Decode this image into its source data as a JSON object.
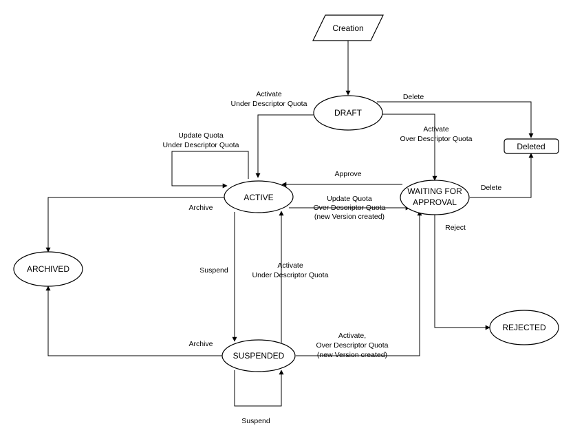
{
  "nodes": {
    "creation": "Creation",
    "draft": "DRAFT",
    "deleted": "Deleted",
    "active": "ACTIVE",
    "waiting_line1": "WAITING FOR",
    "waiting_line2": "APPROVAL",
    "archived": "ARCHIVED",
    "suspended": "SUSPENDED",
    "rejected": "REJECTED"
  },
  "edges": {
    "draft_delete": "Delete",
    "draft_activate_under_1": "Activate",
    "draft_activate_under_2": "Under Descriptor Quota",
    "draft_activate_over_1": "Activate",
    "draft_activate_over_2": "Over Descriptor Quota",
    "active_update_self_1": "Update Quota",
    "active_update_self_2": "Under Descriptor Quota",
    "approve": "Approve",
    "waiting_delete": "Delete",
    "active_update_over_1": "Update Quota",
    "active_update_over_2": "Over Descriptor Quota",
    "active_update_over_3": "(new Version created)",
    "active_archive": "Archive",
    "reject": "Reject",
    "active_suspend": "Suspend",
    "suspended_activate_under_1": "Activate",
    "suspended_activate_under_2": "Under Descriptor Quota",
    "suspended_archive": "Archive",
    "suspended_activate_over_1": "Activate,",
    "suspended_activate_over_2": "Over Descriptor Quota",
    "suspended_activate_over_3": "(new Version created)",
    "suspended_suspend": "Suspend"
  }
}
